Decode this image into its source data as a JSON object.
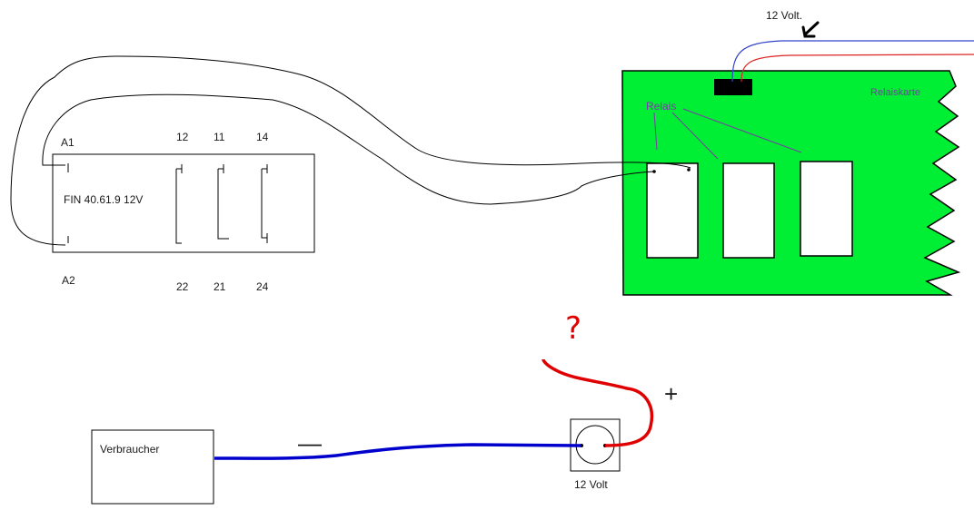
{
  "relay": {
    "model": "FIN 40.61.9 12V",
    "pin_a1": "A1",
    "pin_a2": "A2",
    "top_pins": [
      "12",
      "11",
      "14"
    ],
    "bottom_pins": [
      "22",
      "21",
      "24"
    ]
  },
  "board": {
    "title": "Relaiskarte",
    "relais_label": "Relais",
    "supply_label": "12 Volt.",
    "color": "#00ee33"
  },
  "load": {
    "label": "Verbraucher"
  },
  "socket": {
    "label": "12 Volt"
  },
  "marks": {
    "minus": "—",
    "plus": "+",
    "question": "?"
  },
  "colors": {
    "wire_negative": "#0000cc",
    "wire_positive": "#e00000",
    "supply_blue": "#3344cc",
    "supply_red": "#dd2222",
    "label_purple": "#7a3aa8"
  }
}
